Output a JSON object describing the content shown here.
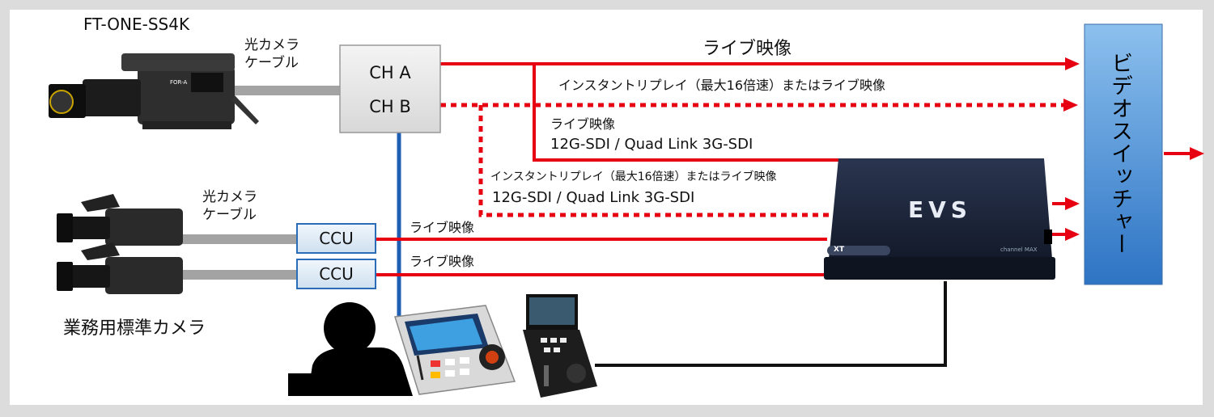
{
  "diagram": {
    "camera_main_name": "FT-ONE-SS4K",
    "optical_cable_top": [
      "光カメラ",
      "ケーブル"
    ],
    "optical_cable_bottom": [
      "光カメラ",
      "ケーブル"
    ],
    "channel_a": "CH A",
    "channel_b": "CH B",
    "ccu_1": "CCU",
    "ccu_2": "CCU",
    "standard_cameras": "業務用標準カメラ",
    "live_video_top": "ライブ映像",
    "replay_or_live_top": "インスタントリプレイ（最大16倍速）またはライブ映像",
    "live_video_mid": "ライブ映像",
    "sdi_mid": "12G-SDI / Quad Link 3G-SDI",
    "replay_or_live_lower": "インスタントリプレイ（最大16倍速）またはライブ映像",
    "sdi_lower": "12G-SDI / Quad Link 3G-SDI",
    "live_video_ccu1": "ライブ映像",
    "live_video_ccu2": "ライブ映像",
    "video_switcher": "ビデオスイッチャー",
    "server_logo": "EVS",
    "server_badge": "XT",
    "server_badge2": "channel MAX"
  },
  "colors": {
    "live_line": "#e60012",
    "control_line": "#1e5fb4",
    "cable": "#a0a0a0",
    "switcher_top": "#7fb6ea",
    "switcher_bottom": "#2d78c8"
  }
}
